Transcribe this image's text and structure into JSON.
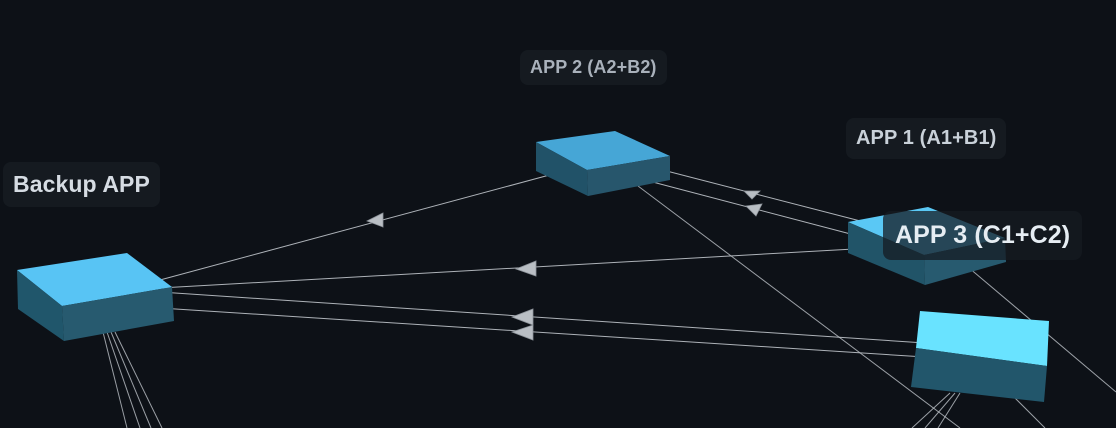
{
  "nodes": {
    "app2": {
      "label": "APP 2 (A2+B2)",
      "color": "#46a6d6"
    },
    "app1": {
      "label": "APP 1 (A1+B1)",
      "color": "#5ac8f5"
    },
    "backup": {
      "label": "Backup APP",
      "color": "#58c4f4"
    },
    "app3": {
      "label": "APP 3 (C1+C2)",
      "color": "#69e3ff"
    }
  },
  "colors": {
    "background": "#0d1117",
    "link": "#bfc4ca",
    "arrow": "#b9bec4",
    "box_side": "#22556a"
  }
}
